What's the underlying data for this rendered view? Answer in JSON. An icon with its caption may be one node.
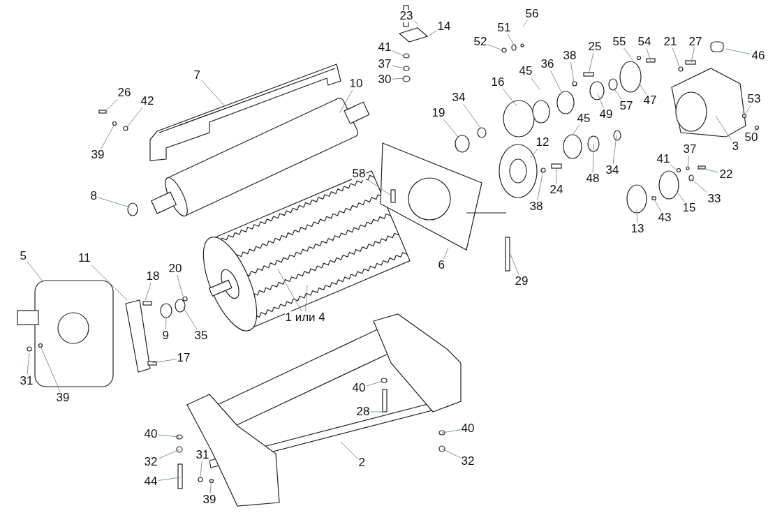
{
  "diagram": {
    "nodes": [
      {
        "text": [
          "23"
        ]
      },
      {
        "text": [
          "14"
        ]
      },
      {
        "text": [
          "56"
        ]
      },
      {
        "text": [
          "51"
        ]
      },
      {
        "text": [
          "52"
        ]
      },
      {
        "text": [
          "26"
        ]
      },
      {
        "text": [
          "7"
        ]
      },
      {
        "text": [
          "10"
        ]
      },
      {
        "text": [
          "42"
        ]
      },
      {
        "text": [
          "39"
        ]
      },
      {
        "text": [
          "41"
        ]
      },
      {
        "text": [
          "37"
        ]
      },
      {
        "text": [
          "30"
        ]
      },
      {
        "text": [
          "38"
        ]
      },
      {
        "text": [
          "25"
        ]
      },
      {
        "text": [
          "55"
        ]
      },
      {
        "text": [
          "54"
        ]
      },
      {
        "text": [
          "21"
        ]
      },
      {
        "text": [
          "27"
        ]
      },
      {
        "text": [
          "46"
        ]
      },
      {
        "text": [
          "45"
        ]
      },
      {
        "text": [
          "36"
        ]
      },
      {
        "text": [
          "16"
        ]
      },
      {
        "text": [
          "34"
        ]
      },
      {
        "text": [
          "19"
        ]
      },
      {
        "text": [
          "47"
        ]
      },
      {
        "text": [
          "57"
        ]
      },
      {
        "text": [
          "49"
        ]
      },
      {
        "text": [
          "53"
        ]
      },
      {
        "text": [
          "50"
        ]
      },
      {
        "text": [
          "3"
        ]
      },
      {
        "text": [
          "45"
        ]
      },
      {
        "text": [
          "12"
        ]
      },
      {
        "text": [
          "48"
        ]
      },
      {
        "text": [
          "34"
        ]
      },
      {
        "text": [
          "24"
        ]
      },
      {
        "text": [
          "38"
        ]
      },
      {
        "text": [
          "37"
        ]
      },
      {
        "text": [
          "41"
        ]
      },
      {
        "text": [
          "22"
        ]
      },
      {
        "text": [
          "33"
        ]
      },
      {
        "text": [
          "15"
        ]
      },
      {
        "text": [
          "43"
        ]
      },
      {
        "text": [
          "13"
        ]
      },
      {
        "text": [
          "58"
        ]
      },
      {
        "text": [
          "8"
        ]
      },
      {
        "text": [
          "6"
        ]
      },
      {
        "text": [
          "29"
        ]
      },
      {
        "text": [
          "5"
        ]
      },
      {
        "text": [
          "11"
        ]
      },
      {
        "text": [
          "18"
        ]
      },
      {
        "text": [
          "20"
        ]
      },
      {
        "text": [
          "9"
        ]
      },
      {
        "text": [
          "35"
        ]
      },
      {
        "text": [
          "1 или 4"
        ]
      },
      {
        "text": [
          "17"
        ]
      },
      {
        "text": [
          "31"
        ]
      },
      {
        "text": [
          "39"
        ]
      },
      {
        "text": [
          "40"
        ]
      },
      {
        "text": [
          "28"
        ]
      },
      {
        "text": [
          "40"
        ]
      },
      {
        "text": [
          "32"
        ]
      },
      {
        "text": [
          "31"
        ]
      },
      {
        "text": [
          "39"
        ]
      },
      {
        "text": [
          "44"
        ]
      },
      {
        "text": [
          "2"
        ]
      },
      {
        "text": [
          "40"
        ]
      },
      {
        "text": [
          "32"
        ]
      }
    ],
    "edges": [
      {
        "from": 0,
        "to": null,
        "arrow": "none"
      },
      {
        "from": 1,
        "to": null,
        "arrow": "none"
      },
      {
        "from": 2,
        "to": null,
        "arrow": "none"
      },
      {
        "from": 3,
        "to": null,
        "arrow": "none"
      },
      {
        "from": 4,
        "to": null,
        "arrow": "none"
      },
      {
        "from": 5,
        "to": null,
        "arrow": "none"
      },
      {
        "from": 6,
        "to": null,
        "arrow": "none"
      },
      {
        "from": 7,
        "to": null,
        "arrow": "none"
      },
      {
        "from": 8,
        "to": null,
        "arrow": "none"
      },
      {
        "from": 9,
        "to": null,
        "arrow": "none"
      },
      {
        "from": 10,
        "to": null,
        "arrow": "none"
      },
      {
        "from": 11,
        "to": null,
        "arrow": "none"
      },
      {
        "from": 12,
        "to": null,
        "arrow": "none"
      },
      {
        "from": 13,
        "to": null,
        "arrow": "none"
      },
      {
        "from": 14,
        "to": null,
        "arrow": "none"
      },
      {
        "from": 15,
        "to": null,
        "arrow": "none"
      },
      {
        "from": 16,
        "to": null,
        "arrow": "none"
      },
      {
        "from": 17,
        "to": null,
        "arrow": "none"
      },
      {
        "from": 18,
        "to": null,
        "arrow": "none"
      },
      {
        "from": 19,
        "to": null,
        "arrow": "none"
      },
      {
        "from": 20,
        "to": null,
        "arrow": "none"
      },
      {
        "from": 21,
        "to": null,
        "arrow": "none"
      },
      {
        "from": 22,
        "to": null,
        "arrow": "none"
      },
      {
        "from": 23,
        "to": null,
        "arrow": "none"
      },
      {
        "from": 24,
        "to": null,
        "arrow": "none"
      },
      {
        "from": 25,
        "to": null,
        "arrow": "none"
      },
      {
        "from": 26,
        "to": null,
        "arrow": "none"
      },
      {
        "from": 27,
        "to": null,
        "arrow": "none"
      },
      {
        "from": 28,
        "to": null,
        "arrow": "none"
      },
      {
        "from": 29,
        "to": null,
        "arrow": "none"
      },
      {
        "from": 30,
        "to": null,
        "arrow": "none"
      },
      {
        "from": 31,
        "to": null,
        "arrow": "none"
      },
      {
        "from": 32,
        "to": null,
        "arrow": "none"
      },
      {
        "from": 33,
        "to": null,
        "arrow": "none"
      },
      {
        "from": 34,
        "to": null,
        "arrow": "none"
      },
      {
        "from": 35,
        "to": null,
        "arrow": "none"
      },
      {
        "from": 36,
        "to": null,
        "arrow": "none"
      },
      {
        "from": 37,
        "to": null,
        "arrow": "none"
      },
      {
        "from": 38,
        "to": null,
        "arrow": "none"
      },
      {
        "from": 39,
        "to": null,
        "arrow": "none"
      },
      {
        "from": 40,
        "to": null,
        "arrow": "none"
      },
      {
        "from": 41,
        "to": null,
        "arrow": "none"
      },
      {
        "from": 42,
        "to": null,
        "arrow": "none"
      },
      {
        "from": 43,
        "to": null,
        "arrow": "none"
      },
      {
        "from": 44,
        "to": null,
        "arrow": "none"
      },
      {
        "from": 45,
        "to": null,
        "arrow": "none"
      },
      {
        "from": 46,
        "to": null,
        "arrow": "none"
      },
      {
        "from": 47,
        "to": null,
        "arrow": "none"
      },
      {
        "from": 48,
        "to": null,
        "arrow": "none"
      },
      {
        "from": 49,
        "to": null,
        "arrow": "none"
      },
      {
        "from": 50,
        "to": null,
        "arrow": "none"
      },
      {
        "from": 51,
        "to": null,
        "arrow": "none"
      },
      {
        "from": 52,
        "to": null,
        "arrow": "none"
      },
      {
        "from": 53,
        "to": null,
        "arrow": "none"
      },
      {
        "from": 54,
        "to": null,
        "arrow": "none"
      },
      {
        "from": 54,
        "to": null,
        "arrow": "none"
      },
      {
        "from": 55,
        "to": null,
        "arrow": "none"
      },
      {
        "from": 56,
        "to": null,
        "arrow": "none"
      },
      {
        "from": 57,
        "to": null,
        "arrow": "none"
      },
      {
        "from": 58,
        "to": null,
        "arrow": "none"
      },
      {
        "from": 59,
        "to": null,
        "arrow": "none"
      },
      {
        "from": 60,
        "to": null,
        "arrow": "none"
      },
      {
        "from": 61,
        "to": null,
        "arrow": "none"
      },
      {
        "from": 62,
        "to": null,
        "arrow": "none"
      },
      {
        "from": 63,
        "to": null,
        "arrow": "none"
      },
      {
        "from": 64,
        "to": null,
        "arrow": "none"
      },
      {
        "from": 65,
        "to": null,
        "arrow": "none"
      },
      {
        "from": 66,
        "to": null,
        "arrow": "none"
      },
      {
        "from": 67,
        "to": null,
        "arrow": "none"
      }
    ]
  }
}
